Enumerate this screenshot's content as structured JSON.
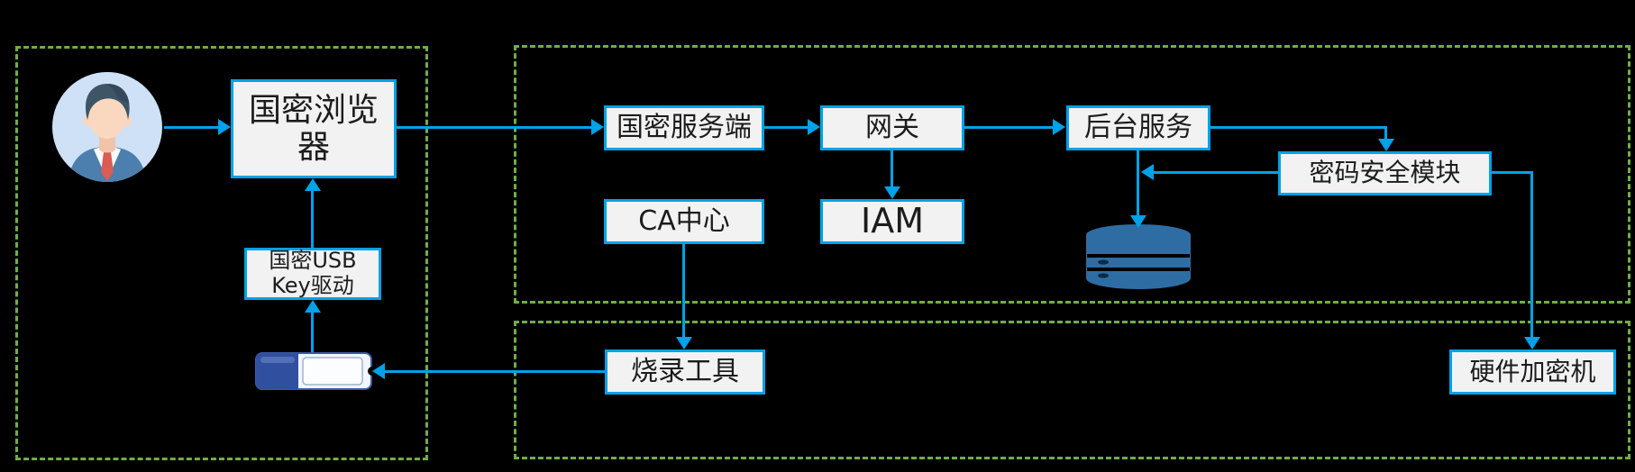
{
  "diagram": {
    "background": "#000000",
    "colors": {
      "accent_blue": "#00A2E8",
      "zone_dash_green": "#70AD47",
      "node_fill": "#F2F2F2",
      "node_text": "#1C1C1C",
      "database_blue": "#2E6DA4",
      "usb_cap_blue": "#30509F",
      "avatar_bg_blue": "#CEE1F6",
      "tie_red": "#D95C55"
    },
    "nodes": {
      "browser": {
        "label": "国密浏览器"
      },
      "usb_key_driver": {
        "label": "国密USB\nKey驱动"
      },
      "sm_server": {
        "label": "国密服务端"
      },
      "ca_center": {
        "label": "CA中心"
      },
      "gateway": {
        "label": "网关"
      },
      "iam": {
        "label": "IAM"
      },
      "backend": {
        "label": "后台服务"
      },
      "security_module": {
        "label": "密码安全模块"
      },
      "burn_tool": {
        "label": "烧录工具"
      },
      "hsm": {
        "label": "硬件加密机"
      }
    },
    "icons": {
      "user": "user-avatar-icon",
      "database": "database-cylinder-icon",
      "usb": "usb-flash-drive-icon"
    },
    "edges": [
      {
        "from": "user-avatar",
        "to": "browser"
      },
      {
        "from": "browser",
        "to": "sm_server"
      },
      {
        "from": "sm_server",
        "to": "gateway"
      },
      {
        "from": "gateway",
        "to": "backend"
      },
      {
        "from": "gateway",
        "to": "iam"
      },
      {
        "from": "backend",
        "to": "database"
      },
      {
        "from": "backend",
        "to": "security_module"
      },
      {
        "from": "security_module",
        "to": "backend-database-link"
      },
      {
        "from": "security_module",
        "to": "hsm"
      },
      {
        "from": "ca_center",
        "to": "burn_tool"
      },
      {
        "from": "burn_tool",
        "to": "usb_drive"
      },
      {
        "from": "usb_drive",
        "to": "usb_key_driver"
      },
      {
        "from": "usb_key_driver",
        "to": "browser"
      }
    ]
  }
}
